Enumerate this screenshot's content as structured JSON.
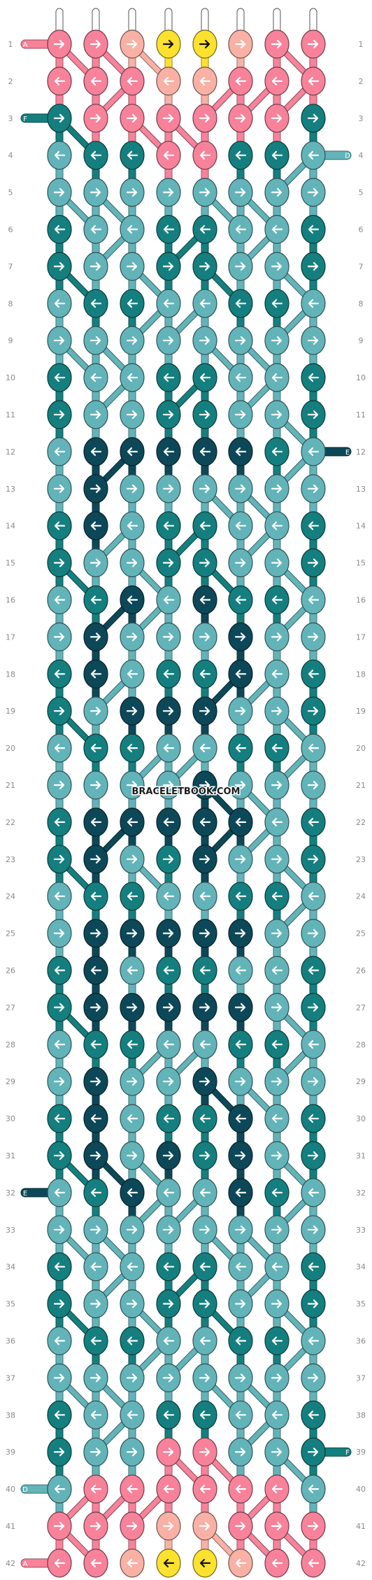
{
  "watermark": "BRACELETBOOK.COM",
  "colors": {
    "A": "#f7829a",
    "B": "#f9b1a5",
    "C": "#fde12f",
    "D": "#62b4b9",
    "E": "#0d4858",
    "F": "#147f7e"
  },
  "strings_top": [
    "A",
    "A",
    "B",
    "C",
    "C",
    "B",
    "A",
    "A"
  ],
  "string_tags": {
    "left": [
      {
        "row": 1,
        "label": "A",
        "color": "A"
      },
      {
        "row": 3,
        "label": "F",
        "color": "F"
      },
      {
        "row": 32,
        "label": "E",
        "color": "E"
      },
      {
        "row": 40,
        "label": "D",
        "color": "D"
      },
      {
        "row": 42,
        "label": "A",
        "color": "A"
      }
    ],
    "right": [
      {
        "row": 4,
        "label": "D",
        "color": "D"
      },
      {
        "row": 12,
        "label": "E",
        "color": "E"
      },
      {
        "row": 39,
        "label": "F",
        "color": "F"
      }
    ]
  },
  "rows": [
    {
      "n": 1,
      "knots": [
        [
          "A",
          "r"
        ],
        [
          "A",
          "r"
        ],
        [
          "B",
          "r"
        ],
        [
          "C",
          "r"
        ],
        [
          "C",
          "r"
        ],
        [
          "B",
          "r"
        ],
        [
          "A",
          "r"
        ],
        [
          "A",
          "r"
        ]
      ]
    },
    {
      "n": 2,
      "knots": [
        [
          "A",
          "l"
        ],
        [
          "A",
          "l"
        ],
        [
          "A",
          "l"
        ],
        [
          "B",
          "l"
        ],
        [
          "B",
          "l"
        ],
        [
          "A",
          "l"
        ],
        [
          "A",
          "l"
        ],
        [
          "A",
          "l"
        ]
      ]
    },
    {
      "n": 3,
      "knots": [
        [
          "F",
          "r"
        ],
        [
          "A",
          "r"
        ],
        [
          "A",
          "r"
        ],
        [
          "A",
          "r"
        ],
        [
          "A",
          "r"
        ],
        [
          "A",
          "r"
        ],
        [
          "A",
          "r"
        ],
        [
          "F",
          "r"
        ]
      ]
    },
    {
      "n": 4,
      "knots": [
        [
          "D",
          "l"
        ],
        [
          "F",
          "l"
        ],
        [
          "F",
          "l"
        ],
        [
          "A",
          "l"
        ],
        [
          "A",
          "l"
        ],
        [
          "F",
          "l"
        ],
        [
          "F",
          "l"
        ],
        [
          "D",
          "l"
        ]
      ]
    },
    {
      "n": 5,
      "knots": [
        [
          "D",
          "r"
        ],
        [
          "D",
          "r"
        ],
        [
          "D",
          "r"
        ],
        [
          "D",
          "r"
        ],
        [
          "D",
          "r"
        ],
        [
          "D",
          "r"
        ],
        [
          "D",
          "r"
        ],
        [
          "D",
          "r"
        ]
      ]
    },
    {
      "n": 6,
      "knots": [
        [
          "F",
          "l"
        ],
        [
          "D",
          "l"
        ],
        [
          "D",
          "l"
        ],
        [
          "F",
          "l"
        ],
        [
          "F",
          "l"
        ],
        [
          "D",
          "l"
        ],
        [
          "D",
          "l"
        ],
        [
          "F",
          "l"
        ]
      ]
    },
    {
      "n": 7,
      "knots": [
        [
          "F",
          "r"
        ],
        [
          "D",
          "r"
        ],
        [
          "D",
          "r"
        ],
        [
          "F",
          "r"
        ],
        [
          "F",
          "r"
        ],
        [
          "D",
          "r"
        ],
        [
          "D",
          "r"
        ],
        [
          "F",
          "r"
        ]
      ]
    },
    {
      "n": 8,
      "knots": [
        [
          "D",
          "l"
        ],
        [
          "F",
          "l"
        ],
        [
          "F",
          "l"
        ],
        [
          "D",
          "l"
        ],
        [
          "D",
          "l"
        ],
        [
          "F",
          "l"
        ],
        [
          "F",
          "l"
        ],
        [
          "D",
          "l"
        ]
      ]
    },
    {
      "n": 9,
      "knots": [
        [
          "D",
          "r"
        ],
        [
          "D",
          "r"
        ],
        [
          "D",
          "r"
        ],
        [
          "D",
          "r"
        ],
        [
          "D",
          "r"
        ],
        [
          "D",
          "r"
        ],
        [
          "D",
          "r"
        ],
        [
          "D",
          "r"
        ]
      ]
    },
    {
      "n": 10,
      "knots": [
        [
          "F",
          "l"
        ],
        [
          "D",
          "l"
        ],
        [
          "D",
          "l"
        ],
        [
          "F",
          "l"
        ],
        [
          "F",
          "l"
        ],
        [
          "D",
          "l"
        ],
        [
          "D",
          "l"
        ],
        [
          "F",
          "l"
        ]
      ]
    },
    {
      "n": 11,
      "knots": [
        [
          "F",
          "r"
        ],
        [
          "D",
          "r"
        ],
        [
          "D",
          "r"
        ],
        [
          "F",
          "r"
        ],
        [
          "F",
          "r"
        ],
        [
          "D",
          "r"
        ],
        [
          "D",
          "r"
        ],
        [
          "F",
          "r"
        ]
      ]
    },
    {
      "n": 12,
      "knots": [
        [
          "D",
          "l"
        ],
        [
          "E",
          "l"
        ],
        [
          "E",
          "l"
        ],
        [
          "E",
          "l"
        ],
        [
          "E",
          "l"
        ],
        [
          "E",
          "l"
        ],
        [
          "F",
          "l"
        ],
        [
          "D",
          "l"
        ]
      ]
    },
    {
      "n": 13,
      "knots": [
        [
          "D",
          "r"
        ],
        [
          "E",
          "r"
        ],
        [
          "D",
          "r"
        ],
        [
          "D",
          "r"
        ],
        [
          "D",
          "r"
        ],
        [
          "D",
          "r"
        ],
        [
          "D",
          "r"
        ],
        [
          "D",
          "r"
        ]
      ]
    },
    {
      "n": 14,
      "knots": [
        [
          "F",
          "l"
        ],
        [
          "E",
          "l"
        ],
        [
          "D",
          "l"
        ],
        [
          "F",
          "l"
        ],
        [
          "F",
          "l"
        ],
        [
          "D",
          "l"
        ],
        [
          "D",
          "l"
        ],
        [
          "F",
          "l"
        ]
      ]
    },
    {
      "n": 15,
      "knots": [
        [
          "F",
          "r"
        ],
        [
          "D",
          "r"
        ],
        [
          "D",
          "r"
        ],
        [
          "F",
          "r"
        ],
        [
          "F",
          "r"
        ],
        [
          "D",
          "r"
        ],
        [
          "D",
          "r"
        ],
        [
          "F",
          "r"
        ]
      ]
    },
    {
      "n": 16,
      "knots": [
        [
          "D",
          "l"
        ],
        [
          "F",
          "l"
        ],
        [
          "E",
          "l"
        ],
        [
          "D",
          "l"
        ],
        [
          "E",
          "l"
        ],
        [
          "F",
          "l"
        ],
        [
          "F",
          "l"
        ],
        [
          "D",
          "l"
        ]
      ]
    },
    {
      "n": 17,
      "knots": [
        [
          "D",
          "r"
        ],
        [
          "E",
          "r"
        ],
        [
          "D",
          "r"
        ],
        [
          "D",
          "r"
        ],
        [
          "D",
          "r"
        ],
        [
          "E",
          "r"
        ],
        [
          "D",
          "r"
        ],
        [
          "D",
          "r"
        ]
      ]
    },
    {
      "n": 18,
      "knots": [
        [
          "F",
          "l"
        ],
        [
          "E",
          "l"
        ],
        [
          "D",
          "l"
        ],
        [
          "F",
          "l"
        ],
        [
          "F",
          "l"
        ],
        [
          "E",
          "l"
        ],
        [
          "D",
          "l"
        ],
        [
          "F",
          "l"
        ]
      ]
    },
    {
      "n": 19,
      "knots": [
        [
          "F",
          "r"
        ],
        [
          "D",
          "r"
        ],
        [
          "E",
          "r"
        ],
        [
          "E",
          "r"
        ],
        [
          "E",
          "r"
        ],
        [
          "D",
          "r"
        ],
        [
          "D",
          "r"
        ],
        [
          "F",
          "r"
        ]
      ]
    },
    {
      "n": 20,
      "knots": [
        [
          "D",
          "l"
        ],
        [
          "F",
          "l"
        ],
        [
          "F",
          "l"
        ],
        [
          "D",
          "l"
        ],
        [
          "D",
          "l"
        ],
        [
          "F",
          "l"
        ],
        [
          "F",
          "l"
        ],
        [
          "D",
          "l"
        ]
      ]
    },
    {
      "n": 21,
      "knots": [
        [
          "D",
          "r"
        ],
        [
          "D",
          "r"
        ],
        [
          "D",
          "r"
        ],
        [
          "D",
          "r"
        ],
        [
          "E",
          "r"
        ],
        [
          "D",
          "r"
        ],
        [
          "D",
          "r"
        ],
        [
          "D",
          "r"
        ]
      ]
    },
    {
      "n": 22,
      "knots": [
        [
          "F",
          "l"
        ],
        [
          "E",
          "l"
        ],
        [
          "E",
          "l"
        ],
        [
          "E",
          "l"
        ],
        [
          "E",
          "l"
        ],
        [
          "E",
          "l"
        ],
        [
          "D",
          "l"
        ],
        [
          "F",
          "l"
        ]
      ]
    },
    {
      "n": 23,
      "knots": [
        [
          "F",
          "r"
        ],
        [
          "E",
          "r"
        ],
        [
          "D",
          "r"
        ],
        [
          "F",
          "r"
        ],
        [
          "E",
          "r"
        ],
        [
          "D",
          "r"
        ],
        [
          "D",
          "r"
        ],
        [
          "F",
          "r"
        ]
      ]
    },
    {
      "n": 24,
      "knots": [
        [
          "D",
          "l"
        ],
        [
          "F",
          "l"
        ],
        [
          "F",
          "l"
        ],
        [
          "D",
          "l"
        ],
        [
          "D",
          "l"
        ],
        [
          "F",
          "l"
        ],
        [
          "F",
          "l"
        ],
        [
          "D",
          "l"
        ]
      ]
    },
    {
      "n": 25,
      "knots": [
        [
          "D",
          "r"
        ],
        [
          "E",
          "r"
        ],
        [
          "E",
          "r"
        ],
        [
          "E",
          "r"
        ],
        [
          "E",
          "r"
        ],
        [
          "E",
          "r"
        ],
        [
          "D",
          "r"
        ],
        [
          "D",
          "r"
        ]
      ]
    },
    {
      "n": 26,
      "knots": [
        [
          "F",
          "l"
        ],
        [
          "E",
          "l"
        ],
        [
          "D",
          "l"
        ],
        [
          "F",
          "l"
        ],
        [
          "F",
          "l"
        ],
        [
          "D",
          "l"
        ],
        [
          "D",
          "l"
        ],
        [
          "F",
          "l"
        ]
      ]
    },
    {
      "n": 27,
      "knots": [
        [
          "F",
          "r"
        ],
        [
          "E",
          "r"
        ],
        [
          "E",
          "r"
        ],
        [
          "E",
          "r"
        ],
        [
          "E",
          "r"
        ],
        [
          "E",
          "r"
        ],
        [
          "D",
          "r"
        ],
        [
          "F",
          "r"
        ]
      ]
    },
    {
      "n": 28,
      "knots": [
        [
          "D",
          "l"
        ],
        [
          "F",
          "l"
        ],
        [
          "F",
          "l"
        ],
        [
          "D",
          "l"
        ],
        [
          "D",
          "l"
        ],
        [
          "F",
          "l"
        ],
        [
          "F",
          "l"
        ],
        [
          "D",
          "l"
        ]
      ]
    },
    {
      "n": 29,
      "knots": [
        [
          "D",
          "r"
        ],
        [
          "E",
          "r"
        ],
        [
          "D",
          "r"
        ],
        [
          "D",
          "r"
        ],
        [
          "E",
          "r"
        ],
        [
          "D",
          "r"
        ],
        [
          "D",
          "r"
        ],
        [
          "D",
          "r"
        ]
      ]
    },
    {
      "n": 30,
      "knots": [
        [
          "F",
          "l"
        ],
        [
          "E",
          "l"
        ],
        [
          "D",
          "l"
        ],
        [
          "F",
          "l"
        ],
        [
          "F",
          "l"
        ],
        [
          "E",
          "l"
        ],
        [
          "D",
          "l"
        ],
        [
          "F",
          "l"
        ]
      ]
    },
    {
      "n": 31,
      "knots": [
        [
          "F",
          "r"
        ],
        [
          "E",
          "r"
        ],
        [
          "D",
          "r"
        ],
        [
          "E",
          "r"
        ],
        [
          "F",
          "r"
        ],
        [
          "E",
          "r"
        ],
        [
          "D",
          "r"
        ],
        [
          "F",
          "r"
        ]
      ]
    },
    {
      "n": 32,
      "knots": [
        [
          "D",
          "l"
        ],
        [
          "F",
          "l"
        ],
        [
          "E",
          "l"
        ],
        [
          "D",
          "l"
        ],
        [
          "D",
          "l"
        ],
        [
          "E",
          "l"
        ],
        [
          "F",
          "l"
        ],
        [
          "D",
          "l"
        ]
      ]
    },
    {
      "n": 33,
      "knots": [
        [
          "D",
          "r"
        ],
        [
          "D",
          "r"
        ],
        [
          "D",
          "r"
        ],
        [
          "D",
          "r"
        ],
        [
          "D",
          "r"
        ],
        [
          "D",
          "r"
        ],
        [
          "D",
          "r"
        ],
        [
          "D",
          "r"
        ]
      ]
    },
    {
      "n": 34,
      "knots": [
        [
          "F",
          "l"
        ],
        [
          "D",
          "l"
        ],
        [
          "D",
          "l"
        ],
        [
          "F",
          "l"
        ],
        [
          "F",
          "l"
        ],
        [
          "D",
          "l"
        ],
        [
          "D",
          "l"
        ],
        [
          "F",
          "l"
        ]
      ]
    },
    {
      "n": 35,
      "knots": [
        [
          "F",
          "r"
        ],
        [
          "D",
          "r"
        ],
        [
          "D",
          "r"
        ],
        [
          "F",
          "r"
        ],
        [
          "F",
          "r"
        ],
        [
          "D",
          "r"
        ],
        [
          "D",
          "r"
        ],
        [
          "F",
          "r"
        ]
      ]
    },
    {
      "n": 36,
      "knots": [
        [
          "D",
          "l"
        ],
        [
          "F",
          "l"
        ],
        [
          "F",
          "l"
        ],
        [
          "D",
          "l"
        ],
        [
          "D",
          "l"
        ],
        [
          "F",
          "l"
        ],
        [
          "F",
          "l"
        ],
        [
          "D",
          "l"
        ]
      ]
    },
    {
      "n": 37,
      "knots": [
        [
          "D",
          "r"
        ],
        [
          "D",
          "r"
        ],
        [
          "D",
          "r"
        ],
        [
          "D",
          "r"
        ],
        [
          "D",
          "r"
        ],
        [
          "D",
          "r"
        ],
        [
          "D",
          "r"
        ],
        [
          "D",
          "r"
        ]
      ]
    },
    {
      "n": 38,
      "knots": [
        [
          "F",
          "l"
        ],
        [
          "D",
          "l"
        ],
        [
          "D",
          "l"
        ],
        [
          "F",
          "l"
        ],
        [
          "F",
          "l"
        ],
        [
          "D",
          "l"
        ],
        [
          "D",
          "l"
        ],
        [
          "F",
          "l"
        ]
      ]
    },
    {
      "n": 39,
      "knots": [
        [
          "F",
          "r"
        ],
        [
          "D",
          "r"
        ],
        [
          "D",
          "r"
        ],
        [
          "A",
          "r"
        ],
        [
          "A",
          "r"
        ],
        [
          "D",
          "r"
        ],
        [
          "D",
          "r"
        ],
        [
          "F",
          "r"
        ]
      ]
    },
    {
      "n": 40,
      "knots": [
        [
          "D",
          "l"
        ],
        [
          "A",
          "l"
        ],
        [
          "A",
          "l"
        ],
        [
          "A",
          "l"
        ],
        [
          "A",
          "l"
        ],
        [
          "A",
          "l"
        ],
        [
          "A",
          "l"
        ],
        [
          "D",
          "l"
        ]
      ]
    },
    {
      "n": 41,
      "knots": [
        [
          "A",
          "r"
        ],
        [
          "A",
          "r"
        ],
        [
          "A",
          "r"
        ],
        [
          "B",
          "r"
        ],
        [
          "B",
          "r"
        ],
        [
          "A",
          "r"
        ],
        [
          "A",
          "r"
        ],
        [
          "A",
          "r"
        ]
      ]
    },
    {
      "n": 42,
      "knots": [
        [
          "A",
          "l"
        ],
        [
          "A",
          "l"
        ],
        [
          "B",
          "l"
        ],
        [
          "C",
          "l"
        ],
        [
          "C",
          "l"
        ],
        [
          "B",
          "l"
        ],
        [
          "A",
          "l"
        ],
        [
          "A",
          "l"
        ]
      ]
    }
  ]
}
